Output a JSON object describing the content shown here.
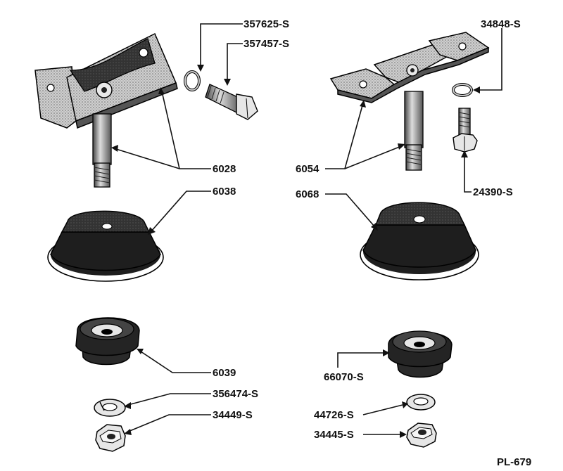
{
  "figure_id": "PL-679",
  "left_assembly": {
    "bracket": "6028",
    "lock_washer": "357625-S",
    "bolt": "357457-S",
    "upper_insulator": "6038",
    "lower_insulator": "6039",
    "washer": "356474-S",
    "nut": "34449-S"
  },
  "right_assembly": {
    "bracket": "6054",
    "lock_washer": "34848-S",
    "bolt": "24390-S",
    "upper_insulator": "6068",
    "lower_insulator": "66070-S",
    "washer": "44726-S",
    "nut": "34445-S"
  }
}
